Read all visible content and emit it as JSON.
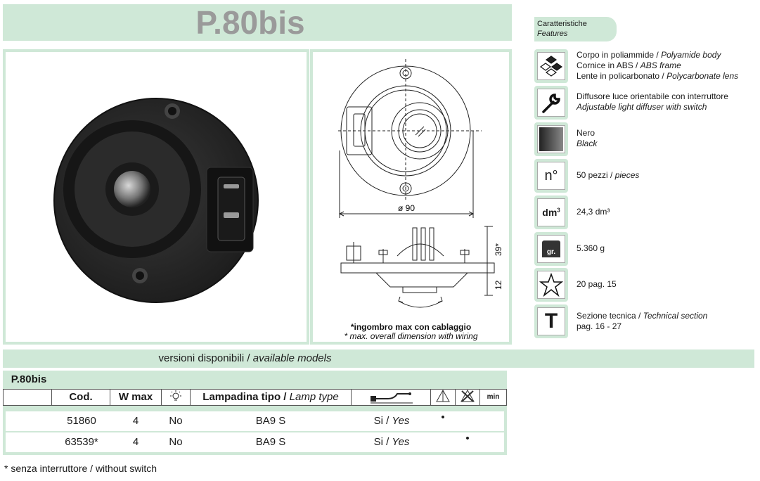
{
  "title": "P.80bis",
  "drawing": {
    "diameter_label": "ø 90",
    "height_label": "39*",
    "depth_label": "12",
    "note_bold": "*ingombro max con cablaggio",
    "note_italic": "* max. overall dimension with wiring"
  },
  "features": {
    "header": "Caratteristiche",
    "header_en": "Features",
    "items": [
      {
        "icon": "material-icon",
        "line1": "Corpo in poliammide / ",
        "line1_en": "Polyamide body",
        "line2": "Cornice in ABS / ",
        "line2_en": "ABS frame",
        "line3": "Lente in policarbonato / ",
        "line3_en": "Polycarbonate lens"
      },
      {
        "icon": "wrench-icon",
        "line1": "Diffusore luce orientabile con interruttore",
        "line2_en": "Adjustable light diffuser with switch"
      },
      {
        "icon": "color-swatch-icon",
        "line1": "Nero",
        "line2_en": "Black"
      },
      {
        "icon": "pieces-icon",
        "line1": "50 pezzi / ",
        "line1_en": "pieces"
      },
      {
        "icon": "volume-icon",
        "line1": "24,3 dm³"
      },
      {
        "icon": "weight-icon",
        "line1": "5.360 g"
      },
      {
        "icon": "star-icon",
        "line1": "20 pag. 15"
      },
      {
        "icon": "technical-section-icon",
        "line1": "Sezione tecnica / ",
        "line1_en": "Technical section",
        "line2": "pag. 16 - 27"
      }
    ],
    "icon_labels": {
      "pieces": "n°",
      "volume": "dm",
      "volume_sup": "3",
      "weight": "gr.",
      "tech": "T"
    }
  },
  "versions": {
    "label": "versioni disponibili",
    "label_en": "available models"
  },
  "table": {
    "product": "P.80bis",
    "headers": {
      "code": "Cod.",
      "wmax": "W max",
      "lamp": "Lampadina tipo",
      "lamp_en": "Lamp type",
      "min": "min"
    },
    "rows": [
      {
        "code": "51860",
        "wmax": "4",
        "switch": "No",
        "lamp": "BA9 S",
        "cable": "Si / ",
        "cable_en": "Yes",
        "mark1": "•",
        "mark2": ""
      },
      {
        "code": "63539*",
        "wmax": "4",
        "switch": "No",
        "lamp": "BA9 S",
        "cable": "Si / ",
        "cable_en": "Yes",
        "mark1": "",
        "mark2": "•"
      }
    ]
  },
  "footnote": "* senza interruttore / without switch"
}
